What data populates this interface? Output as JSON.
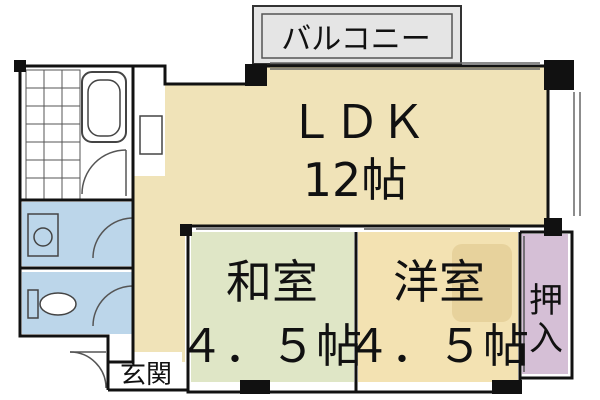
{
  "rooms": {
    "balcony": {
      "label": "バルコニー"
    },
    "ldk": {
      "name": "ＬＤＫ",
      "size": "12帖"
    },
    "washitsu": {
      "name": "和室",
      "size": "４．５帖"
    },
    "youshitsu": {
      "name": "洋室",
      "size": "４．５帖"
    },
    "oshiire": {
      "line1": "押",
      "line2": "入"
    },
    "genkan": {
      "label": "玄関"
    }
  },
  "colors": {
    "ldk": "#f0e3b8",
    "washitsu": "#dfe6c6",
    "youshitsu": "#f3e2b2",
    "oshiire": "#d5bfd6",
    "wet": "#bcd6ea",
    "wall": "#111111",
    "balcony": "#e5e5e5"
  }
}
